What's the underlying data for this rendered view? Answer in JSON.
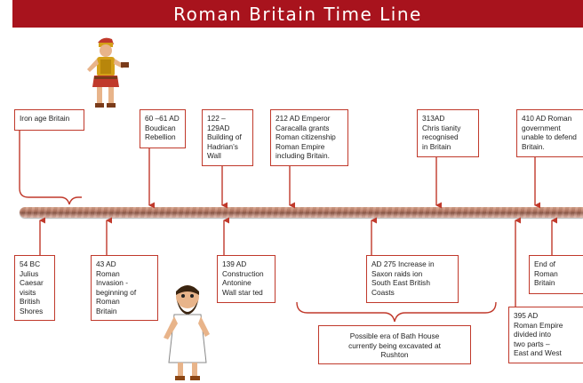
{
  "title": "Roman Britain Time Line",
  "colors": {
    "banner": "#a8131d",
    "accent": "#c0392b",
    "ribbon": "#b97b66"
  },
  "icons": [
    "roman-soldier-figure",
    "bearded-briton-figure"
  ],
  "top_events": [
    "Iron age Britain",
    "60 –61 AD\nBoudican\nRebellion",
    "122 –\n129AD\nBuilding of\nHadrian’s\nWall",
    "212 AD Emperor\nCaracalla grants\nRoman citizenship\nRoman Empire\nincluding Britain.",
    "313AD\nChris tianity\nrecognised\nin Britain",
    "410 AD Roman\ngovernment\nunable to defend\nBritain."
  ],
  "bottom_events": [
    "54 BC\nJulius\nCaesar\nvisits\nBritish\nShores",
    "43 AD\nRoman\nInvasion  -\nbeginning of\nRoman\nBritain",
    "139 AD\nConstruction\nAntonine\nWall star ted",
    "AD 275 Increase in\nSaxon raids ion\nSouth East British\nCoasts",
    "End of\nRoman\nBritain",
    "395 AD\nRoman Empire\ndivided into\ntwo parts –\nEast and West"
  ],
  "bath_house_note": "Possible era of Bath House\ncurrently being excavated at\nRushton"
}
